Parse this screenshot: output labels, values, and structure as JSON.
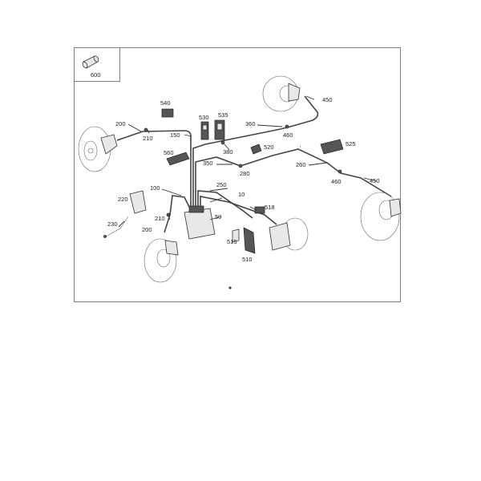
{
  "diagram": {
    "inset_part": "600",
    "labels": [
      {
        "id": "540",
        "text": "540"
      },
      {
        "id": "530",
        "text": "530"
      },
      {
        "id": "535",
        "text": "535"
      },
      {
        "id": "450a",
        "text": "450"
      },
      {
        "id": "200a",
        "text": "200"
      },
      {
        "id": "210a",
        "text": "210"
      },
      {
        "id": "150",
        "text": "150"
      },
      {
        "id": "360",
        "text": "360"
      },
      {
        "id": "460a",
        "text": "460"
      },
      {
        "id": "380",
        "text": "380"
      },
      {
        "id": "520",
        "text": "520"
      },
      {
        "id": "525",
        "text": "525"
      },
      {
        "id": "560",
        "text": "560"
      },
      {
        "id": "350",
        "text": "350"
      },
      {
        "id": "280",
        "text": "280"
      },
      {
        "id": "260",
        "text": "260"
      },
      {
        "id": "460b",
        "text": "460"
      },
      {
        "id": "450b",
        "text": "450"
      },
      {
        "id": "100",
        "text": "100"
      },
      {
        "id": "250",
        "text": "250"
      },
      {
        "id": "10",
        "text": "10"
      },
      {
        "id": "220",
        "text": "220"
      },
      {
        "id": "518",
        "text": "518"
      },
      {
        "id": "50",
        "text": "50"
      },
      {
        "id": "210b",
        "text": "210"
      },
      {
        "id": "230",
        "text": "230"
      },
      {
        "id": "200b",
        "text": "200"
      },
      {
        "id": "515",
        "text": "515"
      },
      {
        "id": "510",
        "text": "510"
      }
    ]
  }
}
